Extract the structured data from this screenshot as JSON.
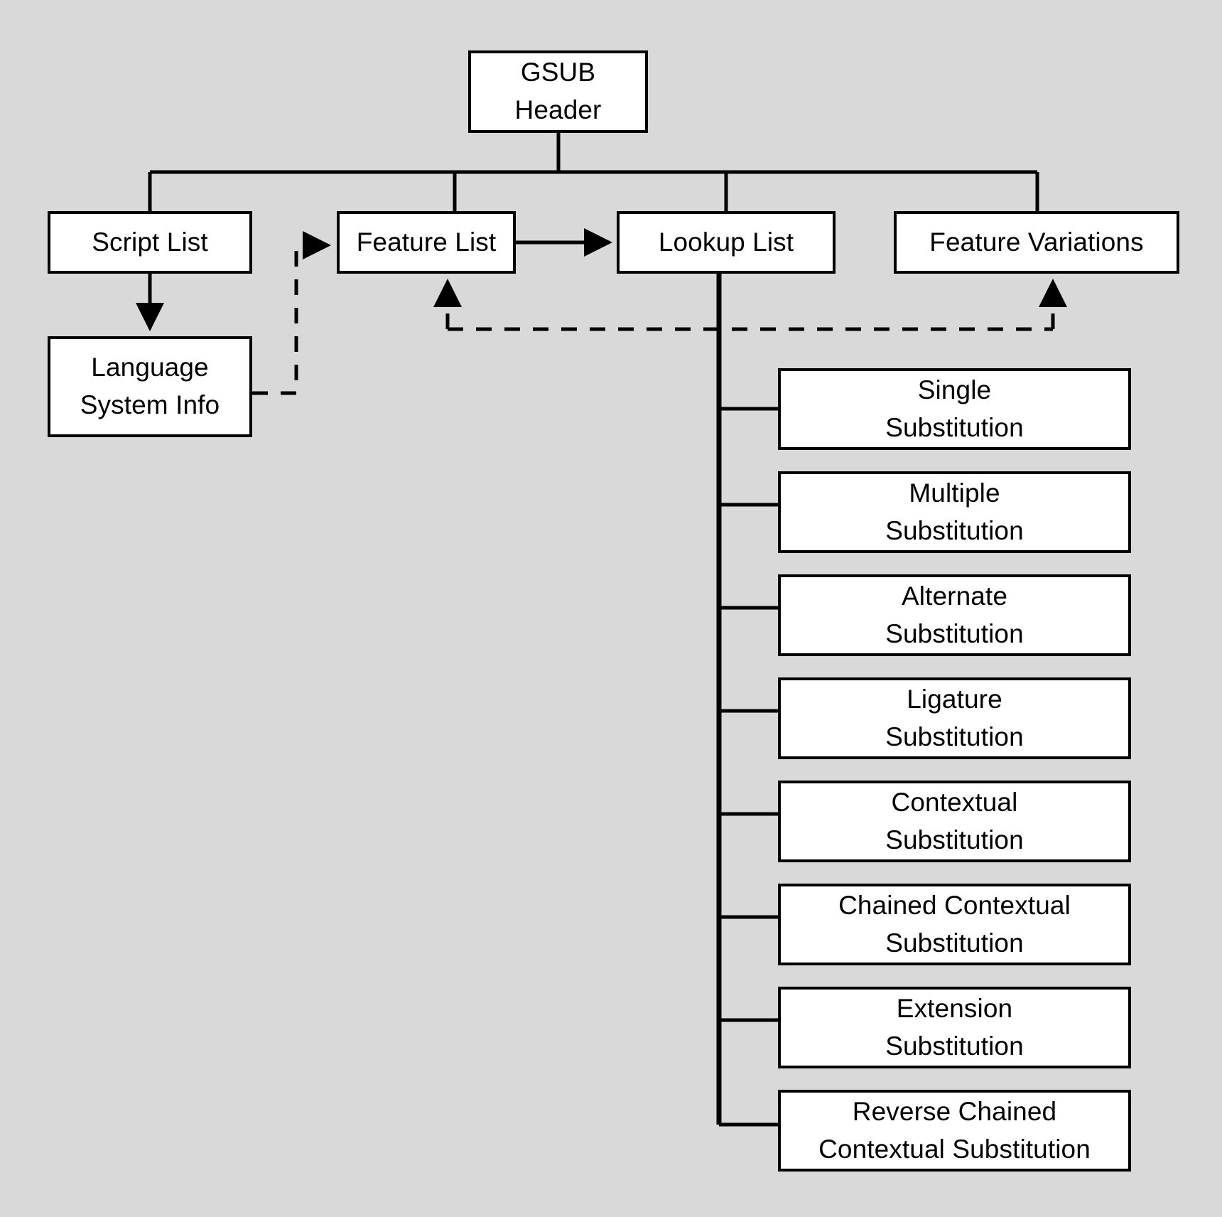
{
  "diagram": {
    "title": "GSUB table organization",
    "type": "hierarchy-flowchart",
    "background_color": "#d9d9d9",
    "box_fill_color": "#ffffff",
    "line_color": "#000000",
    "nodes": {
      "gsub_header": {
        "line1": "GSUB",
        "line2": "Header"
      },
      "script_list": {
        "line1": "Script List"
      },
      "feature_list": {
        "line1": "Feature List"
      },
      "lookup_list": {
        "line1": "Lookup List"
      },
      "feature_variations": {
        "line1": "Feature Variations"
      },
      "language_system_info": {
        "line1": "Language",
        "line2": "System Info"
      }
    },
    "lookup_types": [
      {
        "line1": "Single",
        "line2": "Substitution"
      },
      {
        "line1": "Multiple",
        "line2": "Substitution"
      },
      {
        "line1": "Alternate",
        "line2": "Substitution"
      },
      {
        "line1": "Ligature",
        "line2": "Substitution"
      },
      {
        "line1": "Contextual",
        "line2": "Substitution"
      },
      {
        "line1": "Chained Contextual",
        "line2": "Substitution"
      },
      {
        "line1": "Extension",
        "line2": "Substitution"
      },
      {
        "line1": "Reverse Chained",
        "line2": "Contextual Substitution"
      }
    ],
    "connectors": [
      {
        "name": "gsub-to-bus",
        "style": "solid",
        "from": "gsub_header",
        "to": "bus"
      },
      {
        "name": "bus-to-script-list",
        "style": "solid",
        "from": "bus",
        "to": "script_list"
      },
      {
        "name": "bus-to-feature-list",
        "style": "solid",
        "from": "bus",
        "to": "feature_list"
      },
      {
        "name": "bus-to-lookup-list",
        "style": "solid",
        "from": "bus",
        "to": "lookup_list"
      },
      {
        "name": "bus-to-feature-variations",
        "style": "solid",
        "from": "bus",
        "to": "feature_variations"
      },
      {
        "name": "script-list-to-language-system-info",
        "style": "solid-arrow",
        "from": "script_list",
        "to": "language_system_info"
      },
      {
        "name": "language-system-info-to-feature-list",
        "style": "dashed-arrow",
        "from": "language_system_info",
        "to": "feature_list"
      },
      {
        "name": "feature-list-to-lookup-list",
        "style": "solid-arrow",
        "from": "feature_list",
        "to": "lookup_list"
      },
      {
        "name": "lookup-list-to-feature-list",
        "style": "dashed-arrow",
        "from": "lookup_list",
        "to": "feature_list"
      },
      {
        "name": "lookup-list-to-feature-variations",
        "style": "dashed-arrow",
        "from": "lookup_list",
        "to": "feature_variations"
      },
      {
        "name": "lookup-list-trunk-to-subtables",
        "style": "solid",
        "from": "lookup_list",
        "to": "lookup_types"
      }
    ]
  }
}
